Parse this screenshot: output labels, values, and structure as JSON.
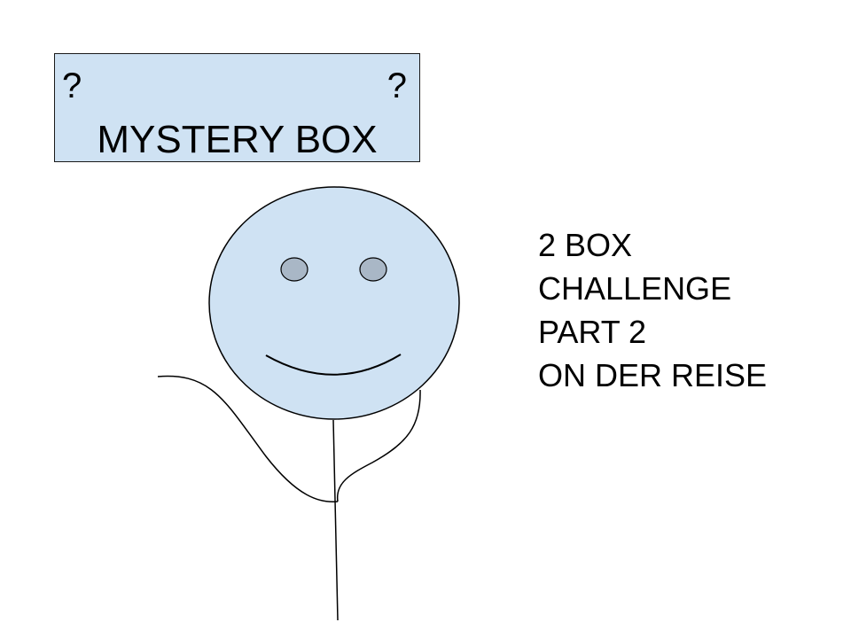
{
  "colors": {
    "fill": "#cfe2f3",
    "eye": "#a9b7c6",
    "stroke": "#000000"
  },
  "mystery_box": {
    "left_mark": "?",
    "right_mark": "?",
    "title": "MYSTERY BOX"
  },
  "caption": {
    "lines": [
      "2 BOX",
      "CHALLENGE",
      "PART 2",
      "ON DER REISE"
    ]
  }
}
